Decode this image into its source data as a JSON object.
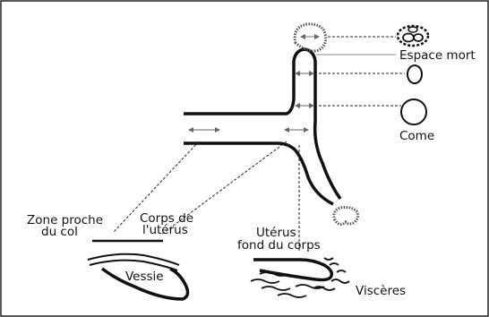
{
  "labels": {
    "espace_mort": "Espace mort",
    "come": "Come",
    "zone_proche_line1": "Zone proche",
    "zone_proche_line2": "du col",
    "corps_line1": "Corps de",
    "corps_line2": "l'utérus",
    "uterus_line1": "Utérus",
    "uterus_line2": "fond du corps",
    "vessie": "Vessie",
    "visceres": "Viscères"
  },
  "colors": {
    "stroke": "#111111",
    "frame": "#222222"
  }
}
